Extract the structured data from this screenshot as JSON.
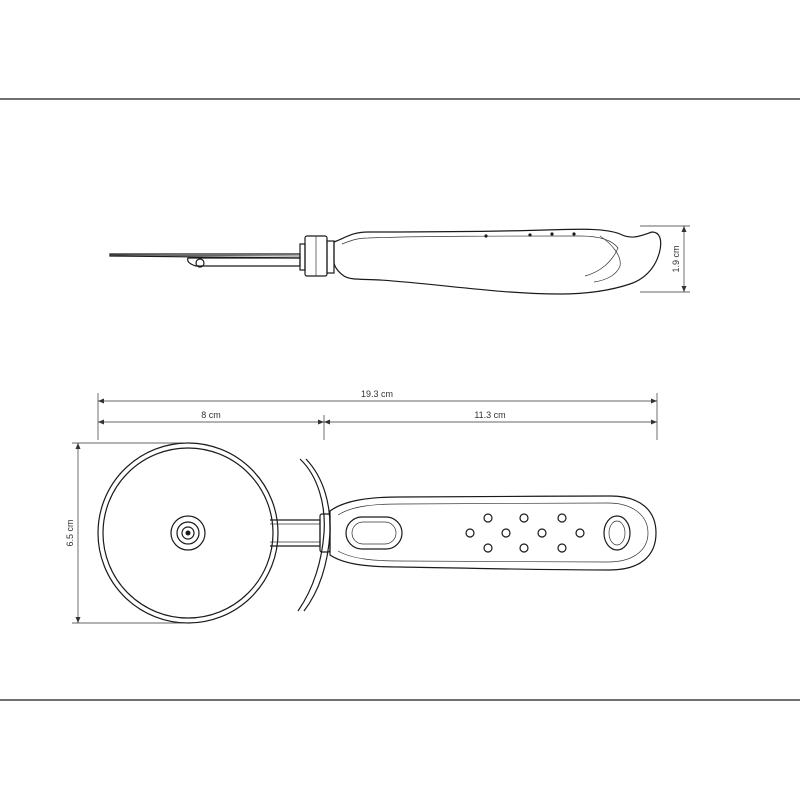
{
  "dimensions": {
    "total_length": "19.3 cm",
    "wheel_length": "8 cm",
    "handle_length": "11.3 cm",
    "wheel_height": "6.5 cm",
    "handle_thickness": "1.9 cm"
  },
  "colors": {
    "background": "#ffffff",
    "line": "#1a1a1a",
    "dimension_line": "#333333"
  }
}
